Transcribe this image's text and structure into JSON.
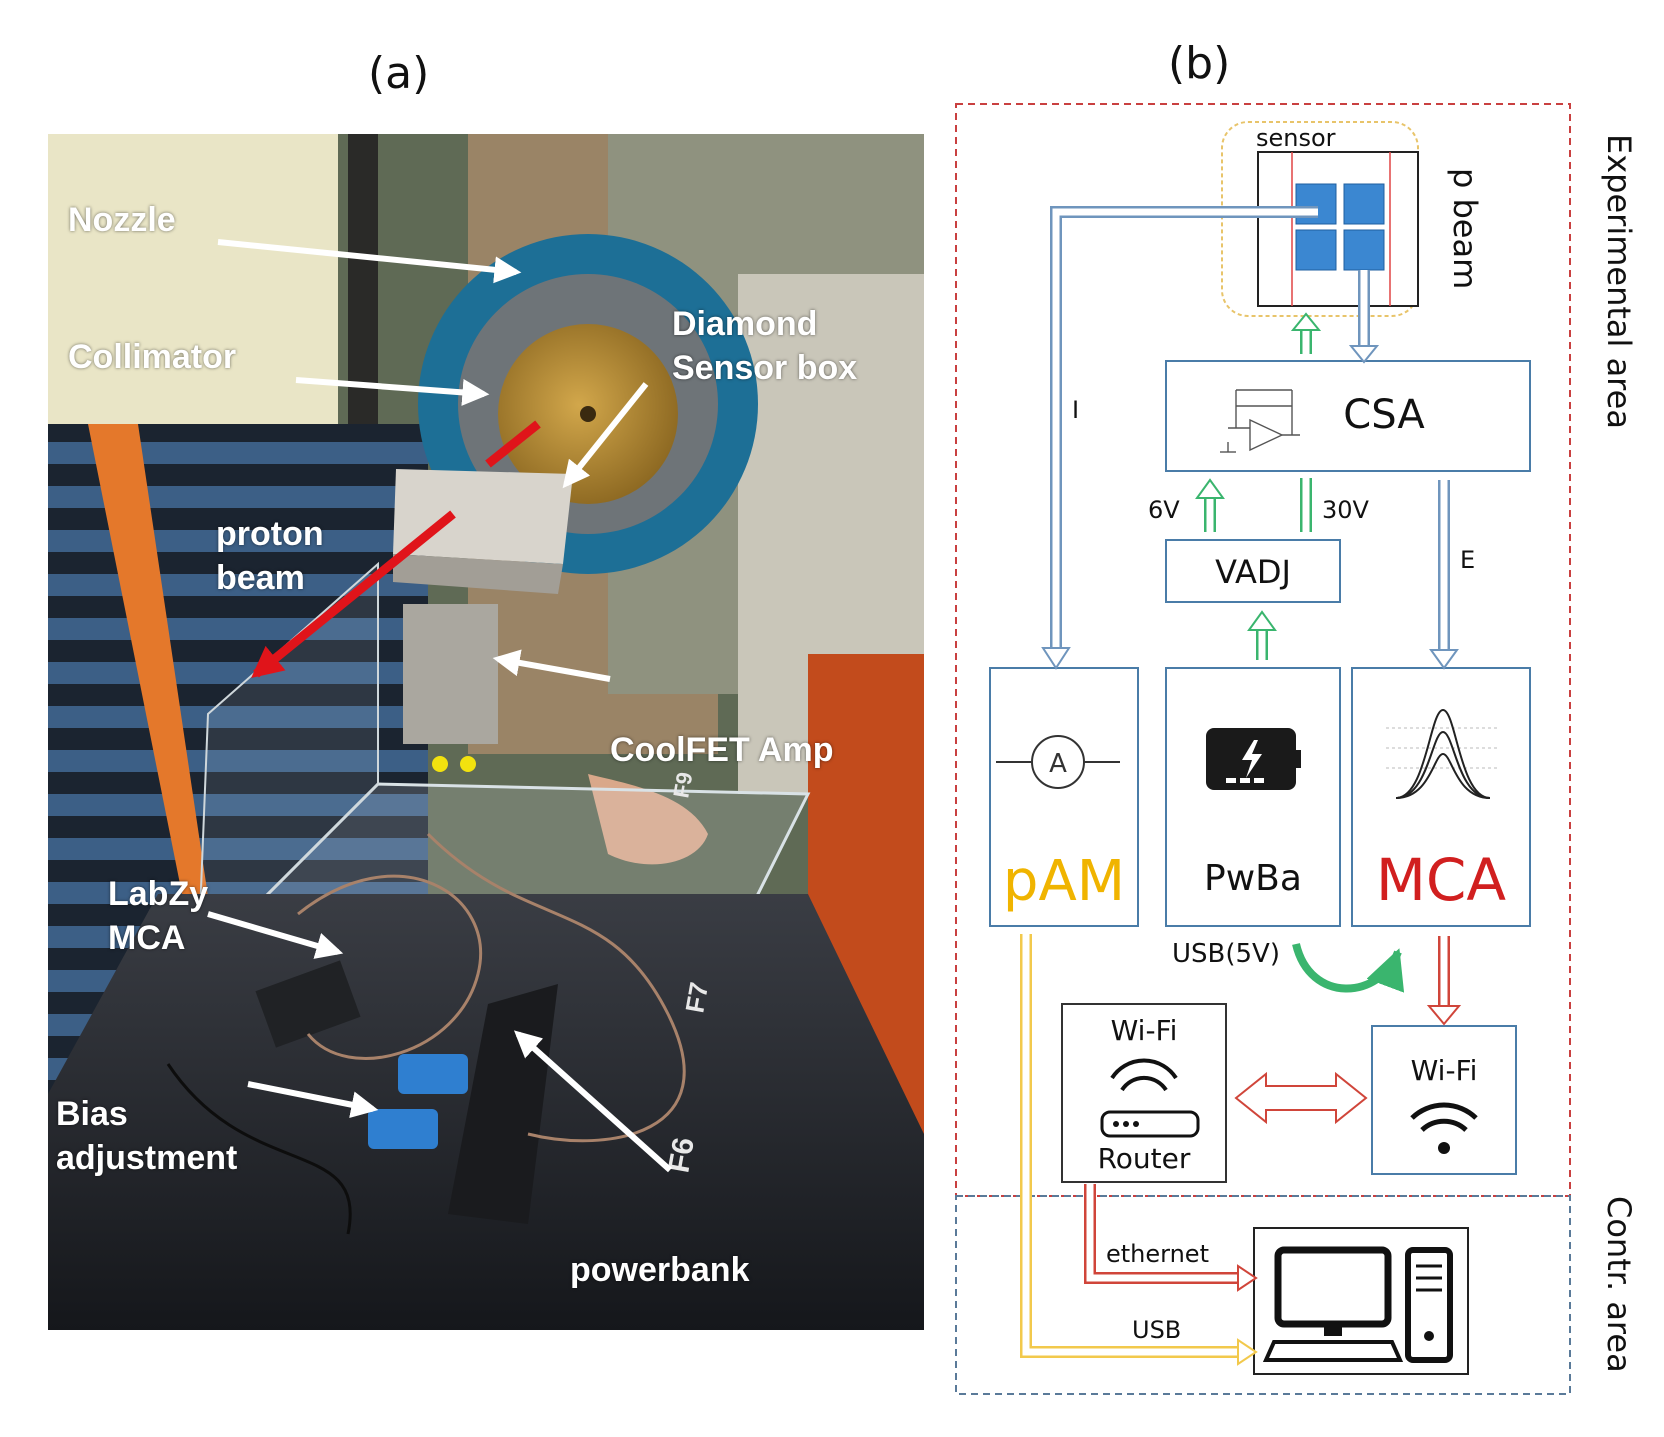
{
  "panels": {
    "a": "(a)",
    "b": "(b)"
  },
  "photo": {
    "labels": {
      "nozzle": "Nozzle",
      "collimator": "Collimator",
      "diamond_1": "Diamond",
      "diamond_2": "Sensor box",
      "proton_1": "proton",
      "proton_2": "beam",
      "coolfet": "CoolFET Amp",
      "labzy_1": "LabZy",
      "labzy_2": "MCA",
      "bias_1": "Bias",
      "bias_2": "adjustment",
      "powerbank": "powerbank"
    },
    "rack_marks": [
      "F9",
      "F7",
      "F6"
    ],
    "colors": {
      "arrow": "#ffffff",
      "beam": "#e0141a",
      "blue_nozzle": "#1d6f96"
    }
  },
  "diagram": {
    "areas": {
      "experimental": "Experimental area",
      "control": "Contr. area"
    },
    "sensor": "sensor",
    "beam": "p beam",
    "csa": "CSA",
    "vadj": "VADJ",
    "pam": "pAM",
    "pwba": "PwBa",
    "mca": "MCA",
    "wifi_router": "Wi-Fi",
    "router": "Router",
    "wifi_mca": "Wi-Fi",
    "ammeter_symbol": "A",
    "signals": {
      "current": "I",
      "energy": "E",
      "v6": "6V",
      "v30": "30V",
      "usb5v": "USB(5V)",
      "ethernet": "ethernet",
      "usb": "USB"
    },
    "colors": {
      "experimental_border": "#c94040",
      "control_border": "#5a7a99",
      "sensor_border": "#e8c46a",
      "box_border": "#4a7ca8",
      "pads": "#3b87d1",
      "pam_text": "#f0b400",
      "mca_text": "#d11f1f",
      "green": "#3ab56e",
      "blue": "#6f95bd",
      "red": "#d0453a",
      "orange": "#e09b3c",
      "yellow": "#f2c94c"
    }
  }
}
